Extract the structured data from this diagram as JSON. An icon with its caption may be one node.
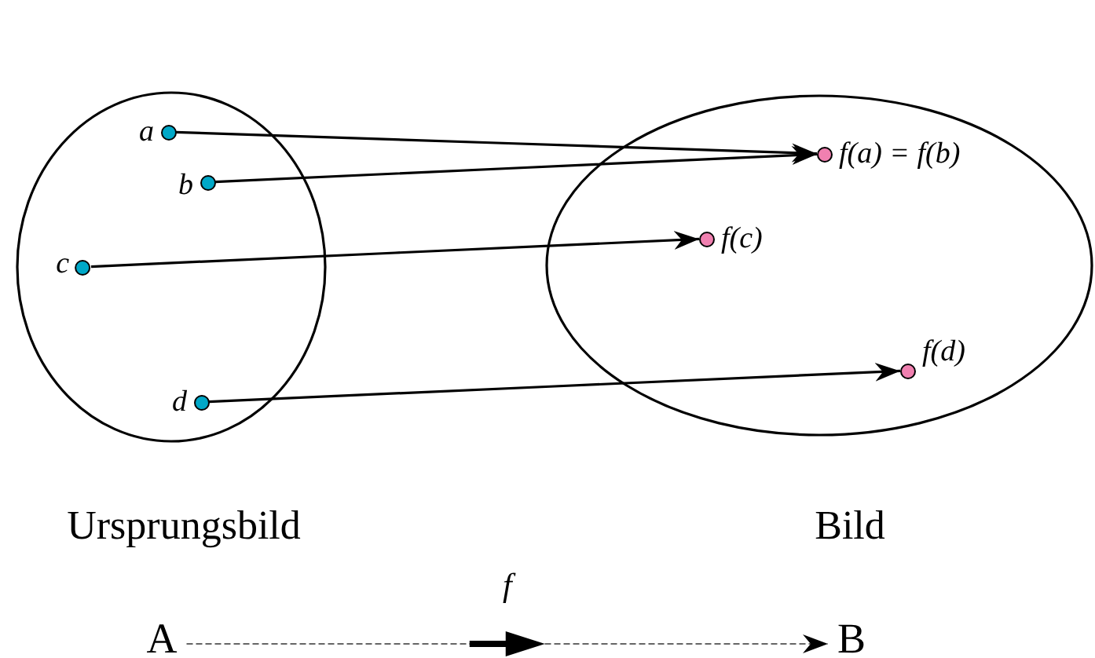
{
  "diagram": {
    "nodes": [
      {
        "text": [
          "Ursprungsbild"
        ]
      },
      {
        "text": [
          "a"
        ],
        "in": 0
      },
      {
        "text": [
          "b"
        ],
        "in": 0
      },
      {
        "text": [
          "c"
        ],
        "in": 0
      },
      {
        "text": [
          "d"
        ],
        "in": 0
      },
      {
        "text": [
          "Bild"
        ]
      },
      {
        "text": [
          "f(a) = f(b)"
        ],
        "in": 5
      },
      {
        "text": [
          "f(c)"
        ],
        "in": 5
      },
      {
        "text": [
          "f(d)"
        ],
        "in": 5
      },
      {
        "text": [
          "A"
        ]
      },
      {
        "text": [
          "B"
        ]
      }
    ],
    "edges": [
      {
        "from": 1,
        "to": 6,
        "arrow": "to"
      },
      {
        "from": 2,
        "to": 6,
        "arrow": "to"
      },
      {
        "from": 3,
        "to": 7,
        "arrow": "to"
      },
      {
        "from": 4,
        "to": 8,
        "arrow": "to"
      },
      {
        "from": 9,
        "to": 10,
        "label": "f",
        "arrow": "to",
        "style": "dashed",
        "color": "#666666"
      }
    ]
  }
}
